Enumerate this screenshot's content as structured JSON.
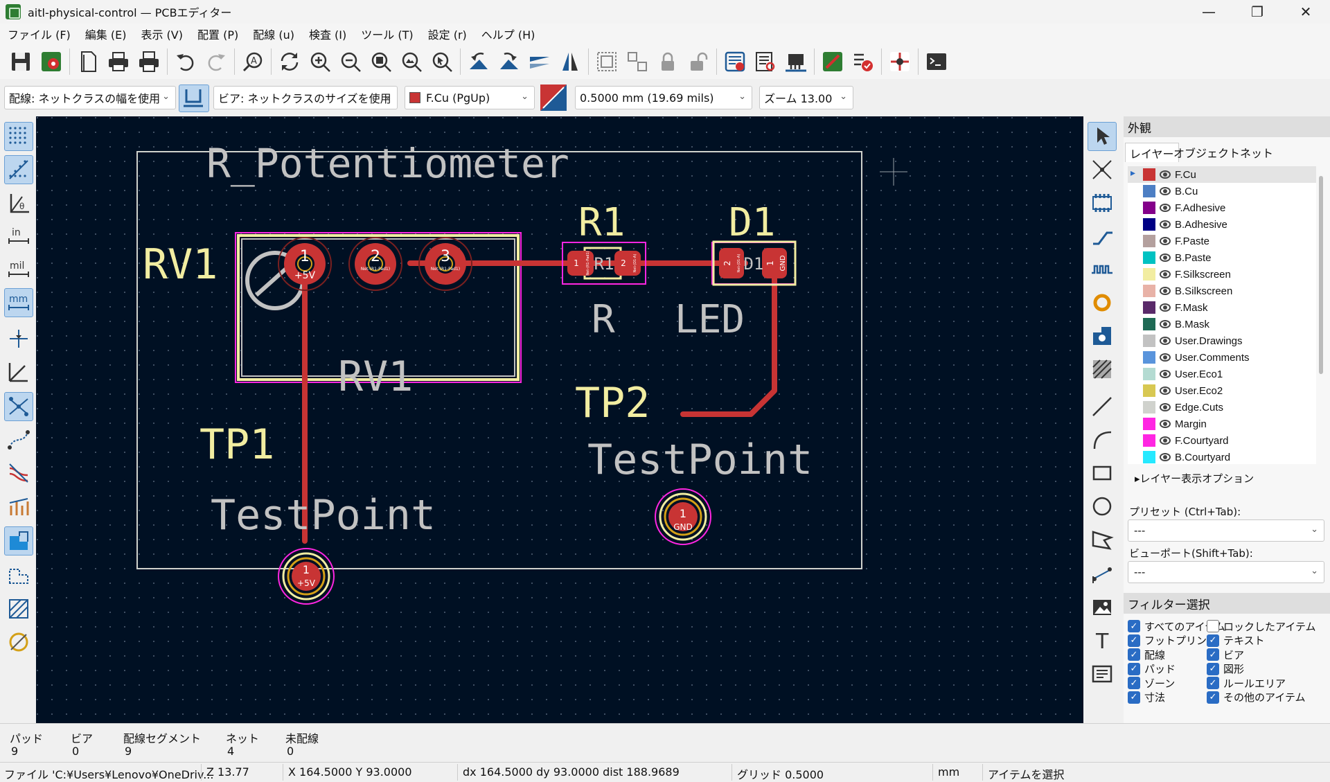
{
  "window": {
    "title": "aitl-physical-control — PCBエディター",
    "controls": {
      "minimize": "—",
      "maximize": "❐",
      "close": "✕"
    }
  },
  "menu": [
    "ファイル (F)",
    "編集 (E)",
    "表示 (V)",
    "配置 (P)",
    "配線 (u)",
    "検査 (I)",
    "ツール (T)",
    "設定 (r)",
    "ヘルプ (H)"
  ],
  "toolbar_icons": [
    "save-icon",
    "board-setup-icon",
    "page-settings-icon",
    "print-icon",
    "plot-icon",
    "undo-icon",
    "redo-icon",
    "find-icon",
    "refresh-icon",
    "zoom-in-icon",
    "zoom-out-icon",
    "zoom-fit-icon",
    "zoom-objects-icon",
    "zoom-selection-icon",
    "rotate-ccw-icon",
    "rotate-cw-icon",
    "mirror-v-icon",
    "mirror-h-icon",
    "group-icon",
    "ungroup-icon",
    "lock-icon",
    "unlock-icon",
    "netlist-icon",
    "footprint-browser-icon",
    "footprint-editor-icon",
    "schematic-icon",
    "drc-icon",
    "router-icon",
    "scripting-console-icon"
  ],
  "options": {
    "track_width": "配線: ネットクラスの幅を使用",
    "via_size": "ビア: ネットクラスのサイズを使用",
    "layer": "F.Cu (PgUp)",
    "layer_color": "#c83434",
    "grid": "0.5000 mm (19.69 mils)",
    "zoom": "ズーム 13.00"
  },
  "left_tools": [
    "grid-dots-icon",
    "polar-coords-icon",
    "angle-icon",
    "inch-units-icon",
    "mil-units-icon",
    "mm-units-icon",
    "cursor-crosshair-icon",
    "full-cursor-icon",
    "ratsnest-icon",
    "curved-ratsnest-icon",
    "high-contrast-icon",
    "net-color-icon",
    "zone-fill-icon",
    "zone-outline-icon",
    "pad-outline-icon",
    "via-outline-icon"
  ],
  "left_tool_labels": {
    "in": "in",
    "mil": "mil",
    "mm": "mm"
  },
  "right_tools": [
    "select-icon",
    "local-ratsnest-icon",
    "add-footprint-icon",
    "route-track-icon",
    "tune-length-icon",
    "add-via-icon",
    "add-zone-icon",
    "add-rule-area-icon",
    "draw-line-icon",
    "draw-arc-icon",
    "draw-rect-icon",
    "draw-circle-icon",
    "draw-polygon-icon",
    "add-dimension-icon",
    "add-image-icon",
    "add-text-icon",
    "add-textbox-icon"
  ],
  "right_tool_labels": {
    "text": "T"
  },
  "pcb": {
    "labels": {
      "rv1_value": "R_Potentiometer",
      "rv1_ref": "RV1",
      "rv1_fab": "RV1",
      "r1_ref": "R1",
      "r1_value": "R",
      "r1_fab": "R1",
      "d1_ref": "D1",
      "d1_value": "LED",
      "d1_fab": "D1",
      "tp1_ref": "TP1",
      "tp1_value": "TestPoint",
      "tp2_ref": "TP2",
      "tp2_value": "TestPoint"
    },
    "pads": {
      "rv1_1": "1",
      "rv1_1_net": "+5V",
      "rv1_2": "2",
      "rv1_2_net": "Net-(R1-Pad1)",
      "rv1_3": "3",
      "rv1_3_net": "Net-(R1-Pad1)",
      "r1_1": "1",
      "r1_1_net": "Net-(R1-Pad1)",
      "r1_2": "2",
      "r1_2_net": "Net-(D1-A)",
      "d1_2": "2",
      "d1_2_net": "Net-(D1-A)",
      "d1_1": "1",
      "d1_1_net": "GND",
      "tp1_1": "1",
      "tp1_1_net": "+5V",
      "tp2_1": "1",
      "tp2_1_net": "GND"
    },
    "colors": {
      "background": "#001023",
      "copper": "#c83434",
      "silkscreen": "#f2eda1",
      "fab": "#c2c2c2",
      "courtyard": "#ff26e2",
      "edge": "#d0d2cd"
    }
  },
  "appearance": {
    "title": "外観",
    "tabs": [
      "レイヤー",
      "オブジェクト",
      "ネット"
    ],
    "layers": [
      {
        "name": "F.Cu",
        "color": "#c83434"
      },
      {
        "name": "B.Cu",
        "color": "#4d7fc4"
      },
      {
        "name": "F.Adhesive",
        "color": "#84008a"
      },
      {
        "name": "B.Adhesive",
        "color": "#000084"
      },
      {
        "name": "F.Paste",
        "color": "#b4a09e"
      },
      {
        "name": "B.Paste",
        "color": "#00c2c2"
      },
      {
        "name": "F.Silkscreen",
        "color": "#f2eda1"
      },
      {
        "name": "B.Silkscreen",
        "color": "#e8b2a7"
      },
      {
        "name": "F.Mask",
        "color": "#5a2a6a"
      },
      {
        "name": "B.Mask",
        "color": "#1f6a55"
      },
      {
        "name": "User.Drawings",
        "color": "#c2c2c2"
      },
      {
        "name": "User.Comments",
        "color": "#5994dc"
      },
      {
        "name": "User.Eco1",
        "color": "#b4dbd2"
      },
      {
        "name": "User.Eco2",
        "color": "#d8c852"
      },
      {
        "name": "Edge.Cuts",
        "color": "#d0d2cd"
      },
      {
        "name": "Margin",
        "color": "#ff26e2"
      },
      {
        "name": "F.Courtyard",
        "color": "#ff26e2"
      },
      {
        "name": "B.Courtyard",
        "color": "#26e9ff"
      }
    ],
    "layer_display_options": "レイヤー表示オプション",
    "preset_label": "プリセット (Ctrl+Tab):",
    "preset_value": "---",
    "viewport_label": "ビューポート(Shift+Tab):",
    "viewport_value": "---"
  },
  "filter": {
    "title": "フィルター選択",
    "items": [
      {
        "label": "すべてのアイテム",
        "checked": true
      },
      {
        "label": "ロックしたアイテム",
        "checked": false
      },
      {
        "label": "フットプリント",
        "checked": true
      },
      {
        "label": "テキスト",
        "checked": true
      },
      {
        "label": "配線",
        "checked": true
      },
      {
        "label": "ビア",
        "checked": true
      },
      {
        "label": "パッド",
        "checked": true
      },
      {
        "label": "図形",
        "checked": true
      },
      {
        "label": "ゾーン",
        "checked": true
      },
      {
        "label": "ルールエリア",
        "checked": true
      },
      {
        "label": "寸法",
        "checked": true
      },
      {
        "label": "その他のアイテム",
        "checked": true
      }
    ]
  },
  "messages": {
    "pads_label": "パッド",
    "pads": "9",
    "vias_label": "ビア",
    "vias": "0",
    "segments_label": "配線セグメント",
    "segments": "9",
    "nets_label": "ネット",
    "nets": "4",
    "unrouted_label": "未配線",
    "unrouted": "0"
  },
  "status": {
    "file": "ファイル 'C:¥Users¥Lenovo¥OneDriv...",
    "zoom": "Z 13.77",
    "xy": "X 164.5000  Y 93.0000",
    "delta": "dx 164.5000  dy 93.0000  dist 188.9689",
    "grid": "グリッド 0.5000",
    "units": "mm",
    "mode": "アイテムを選択"
  }
}
